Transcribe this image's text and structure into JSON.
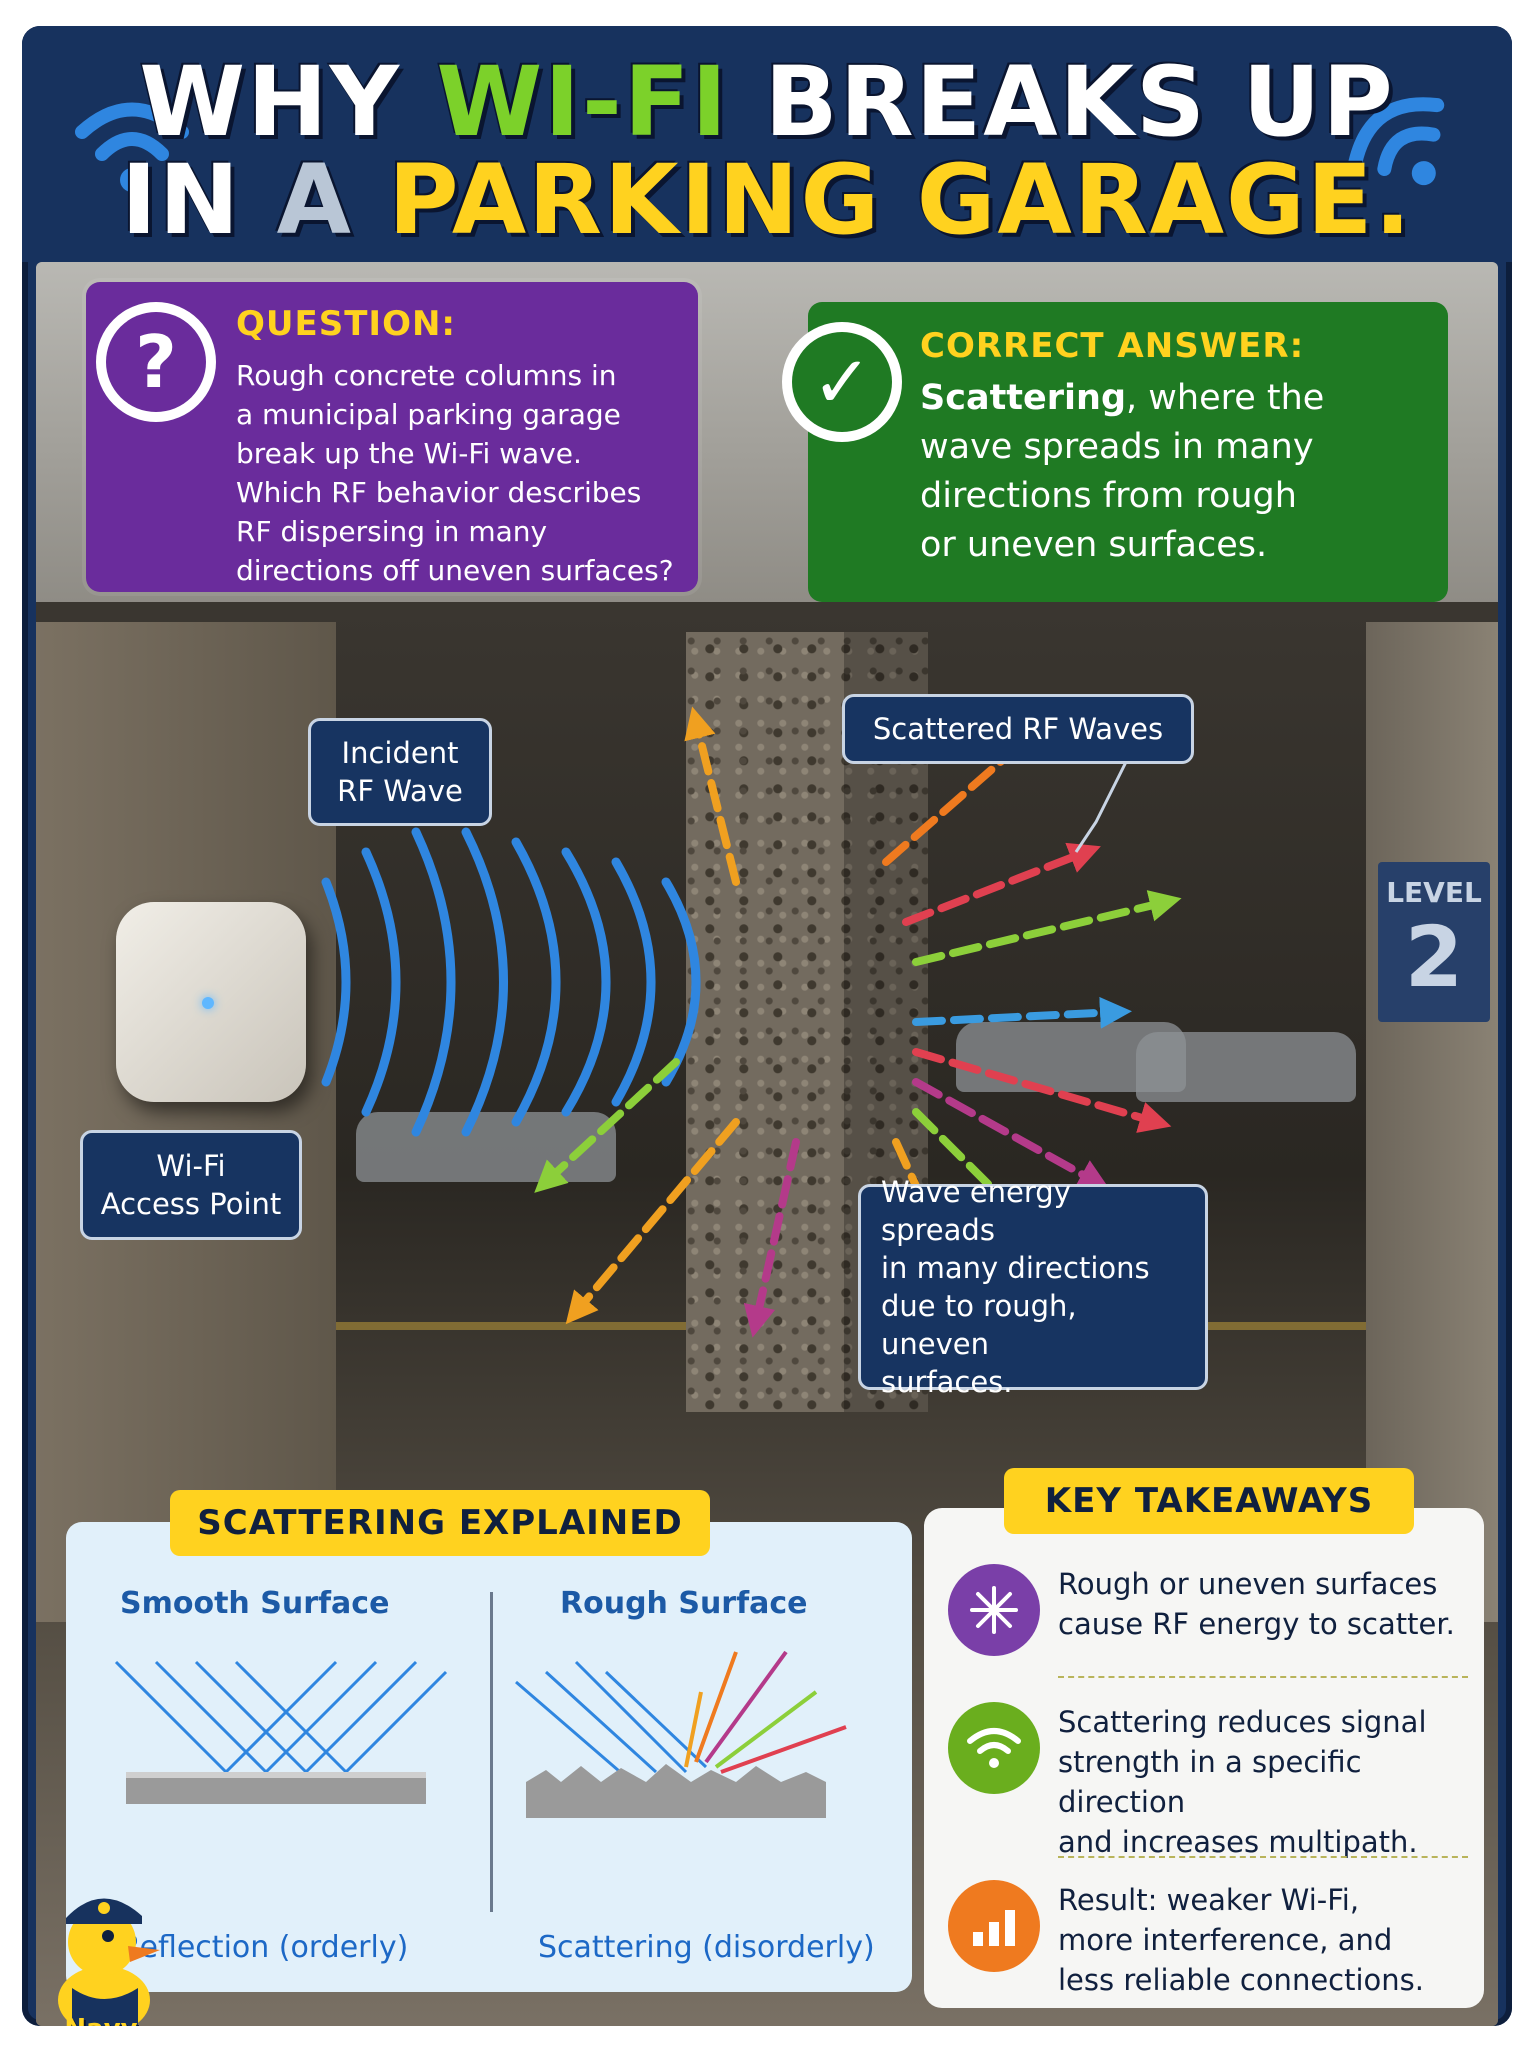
{
  "title": {
    "line1_part1": "WHY ",
    "line1_part2": "WI-FI",
    "line1_part3": " BREAKS UP",
    "line2_part1": "IN ",
    "line2_part2": "A",
    "line2_part3": " PARKING GARAGE."
  },
  "question": {
    "heading": "QUESTION:",
    "lines": [
      "Rough concrete columns in",
      "a municipal parking garage",
      "break up the Wi-Fi wave.",
      "Which RF behavior describes",
      "RF dispersing in many",
      "directions off uneven surfaces?"
    ],
    "badge": "?"
  },
  "answer": {
    "heading": "CORRECT ANSWER:",
    "term": "Scattering",
    "line1_rest": ", where the",
    "lines": [
      "wave spreads in many",
      "directions from rough",
      "or uneven surfaces."
    ],
    "badge": "✓"
  },
  "scene": {
    "incident_label_1": "Incident",
    "incident_label_2": "RF Wave",
    "ap_label_1": "Wi-Fi",
    "ap_label_2": "Access Point",
    "scattered_label": "Scattered RF Waves",
    "energy_lines": [
      "Wave energy spreads",
      "in many directions",
      "due to rough, uneven",
      "surfaces."
    ],
    "level_label": "LEVEL",
    "level_number": "2"
  },
  "explain": {
    "banner": "SCATTERING EXPLAINED",
    "smooth_heading": "Smooth Surface",
    "rough_heading": "Rough Surface",
    "smooth_caption": "Reflection (orderly)",
    "rough_caption": "Scattering (disorderly)"
  },
  "takeaways": {
    "banner": "KEY TAKEAWAYS",
    "items": [
      {
        "icon": "starburst-icon",
        "color": "#7a3fa8",
        "lines": [
          "Rough or uneven surfaces",
          "cause RF energy to scatter."
        ]
      },
      {
        "icon": "wifi-icon",
        "color": "#6aae1e",
        "lines": [
          "Scattering reduces signal",
          "strength in a specific direction",
          "and increases multipath."
        ]
      },
      {
        "icon": "bar-chart-icon",
        "color": "#ef7a1f",
        "lines": [
          "Result: weaker Wi-Fi,",
          "more interference, and",
          "less reliable connections."
        ]
      }
    ]
  },
  "mascot": {
    "label": "Navy Duck"
  },
  "colors": {
    "navy": "#17325e",
    "purple": "#6a2c9c",
    "green": "#1f7a23",
    "yellow": "#ffd21f",
    "wifi_blue": "#2f86e0"
  }
}
